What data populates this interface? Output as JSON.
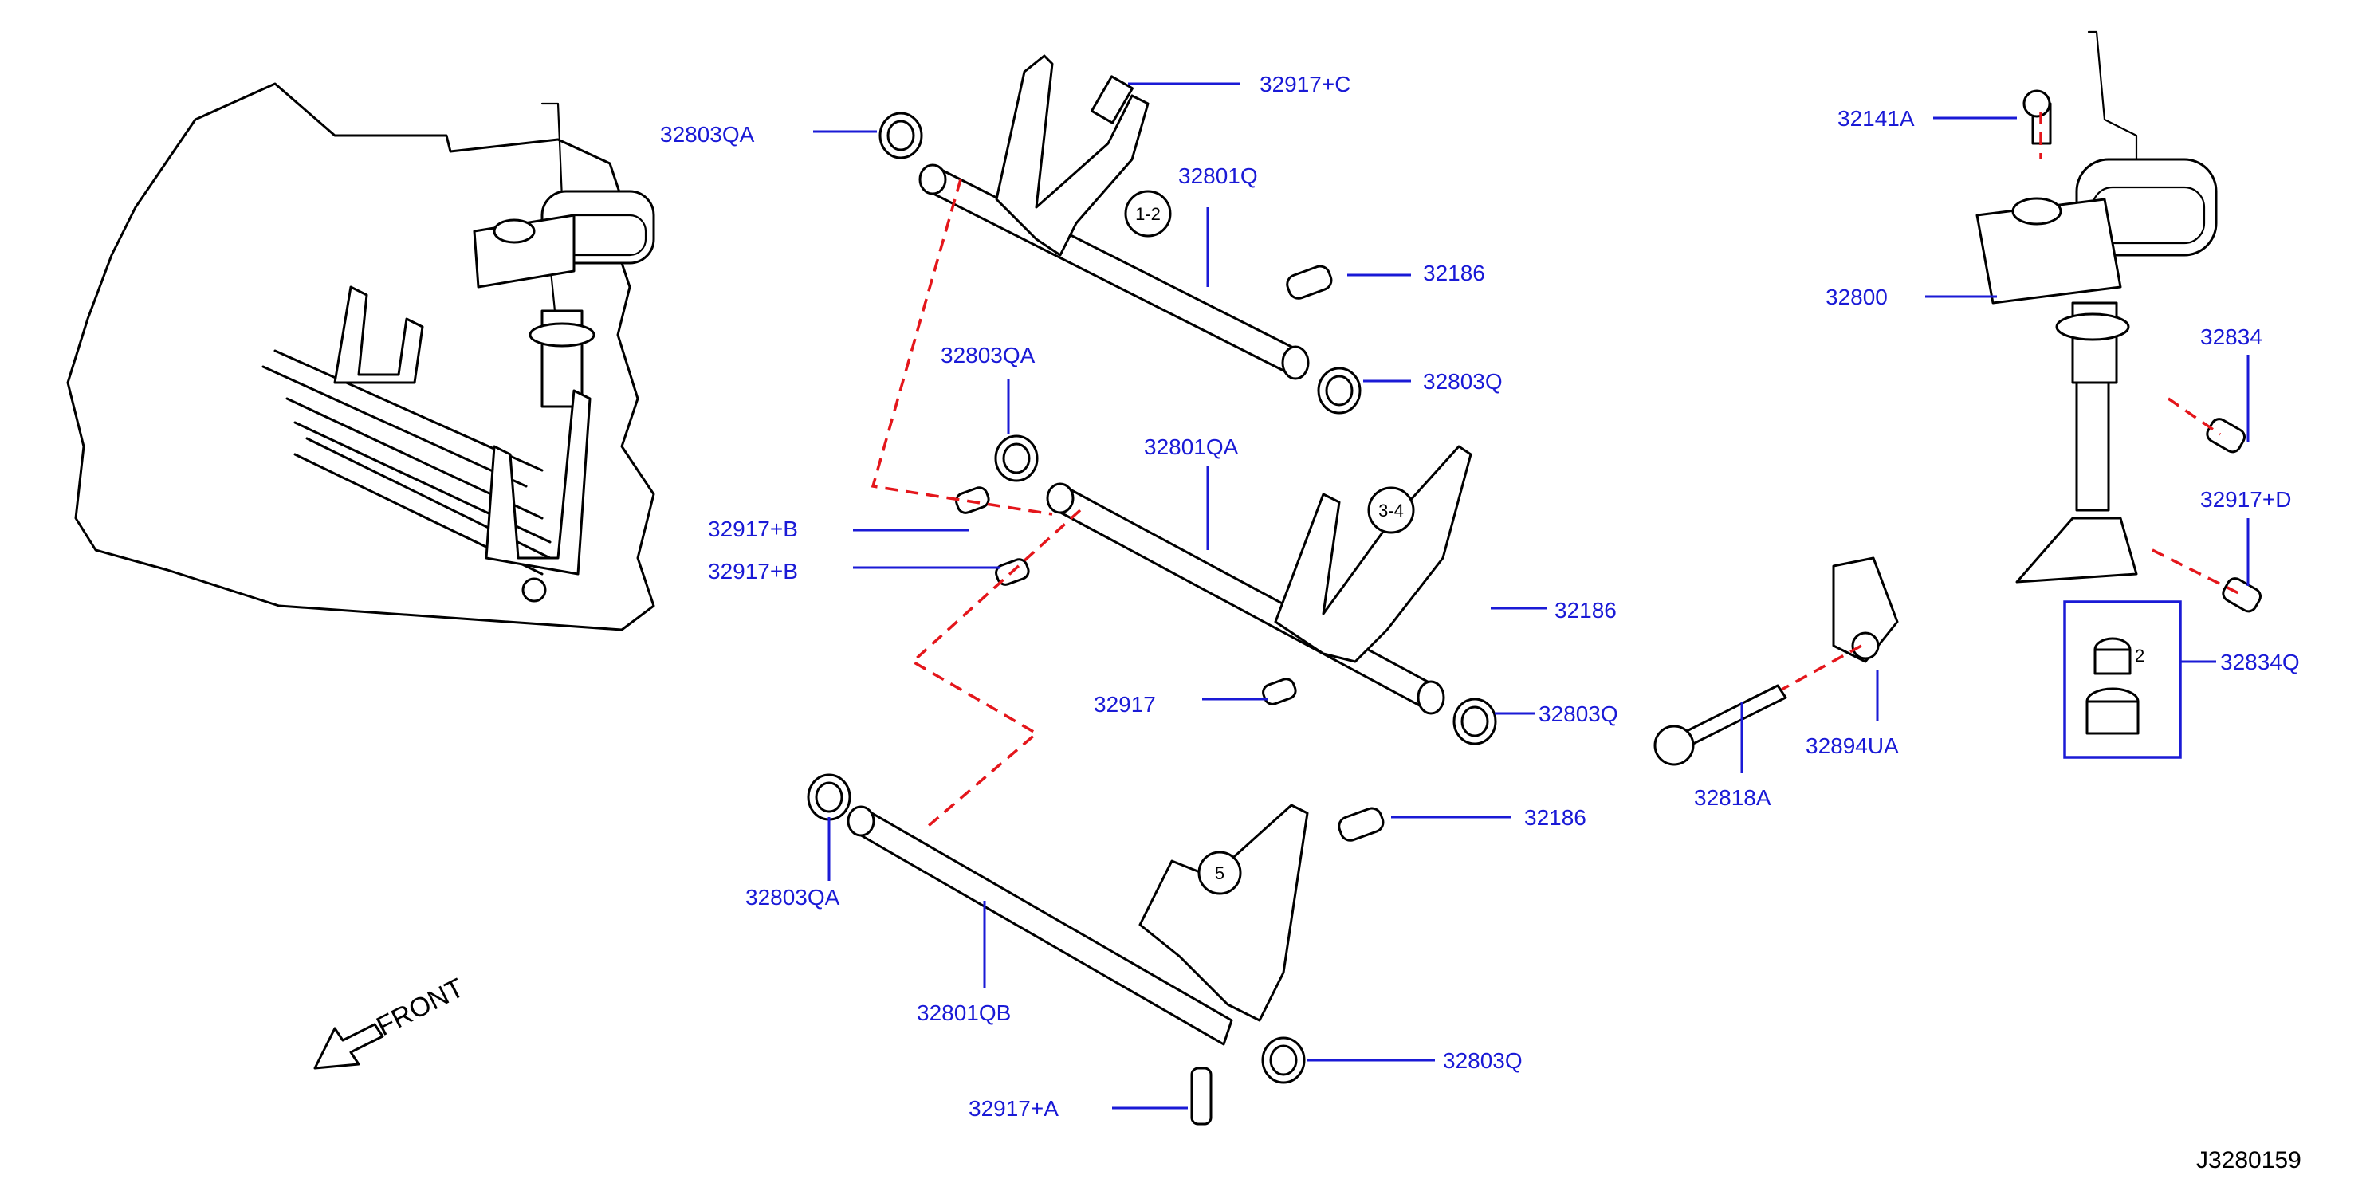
{
  "diagram": {
    "code": "J3280159",
    "front_label": "FRONT",
    "parts": {
      "p32803QA_top": "32803QA",
      "p32917C": "32917+C",
      "p32801Q": "32801Q",
      "p32186_top": "32186",
      "p32803Q_top": "32803Q",
      "p32803QA_mid": "32803QA",
      "p32801QA": "32801QA",
      "p32917B_1": "32917+B",
      "p32917B_2": "32917+B",
      "p32186_mid": "32186",
      "p32917": "32917",
      "p32803Q_mid": "32803Q",
      "p32186_low": "32186",
      "p32803QA_low": "32803QA",
      "p32801QB": "32801QB",
      "p32803Q_low": "32803Q",
      "p32917A": "32917+A",
      "p32141A": "32141A",
      "p32800": "32800",
      "p32834": "32834",
      "p32917D": "32917+D",
      "p32834Q": "32834Q",
      "p32894UA": "32894UA",
      "p32818A": "32818A"
    },
    "gear_markers": {
      "g12": "1-2",
      "g34": "3-4",
      "g5": "5"
    },
    "detail_box_marker": "2"
  }
}
